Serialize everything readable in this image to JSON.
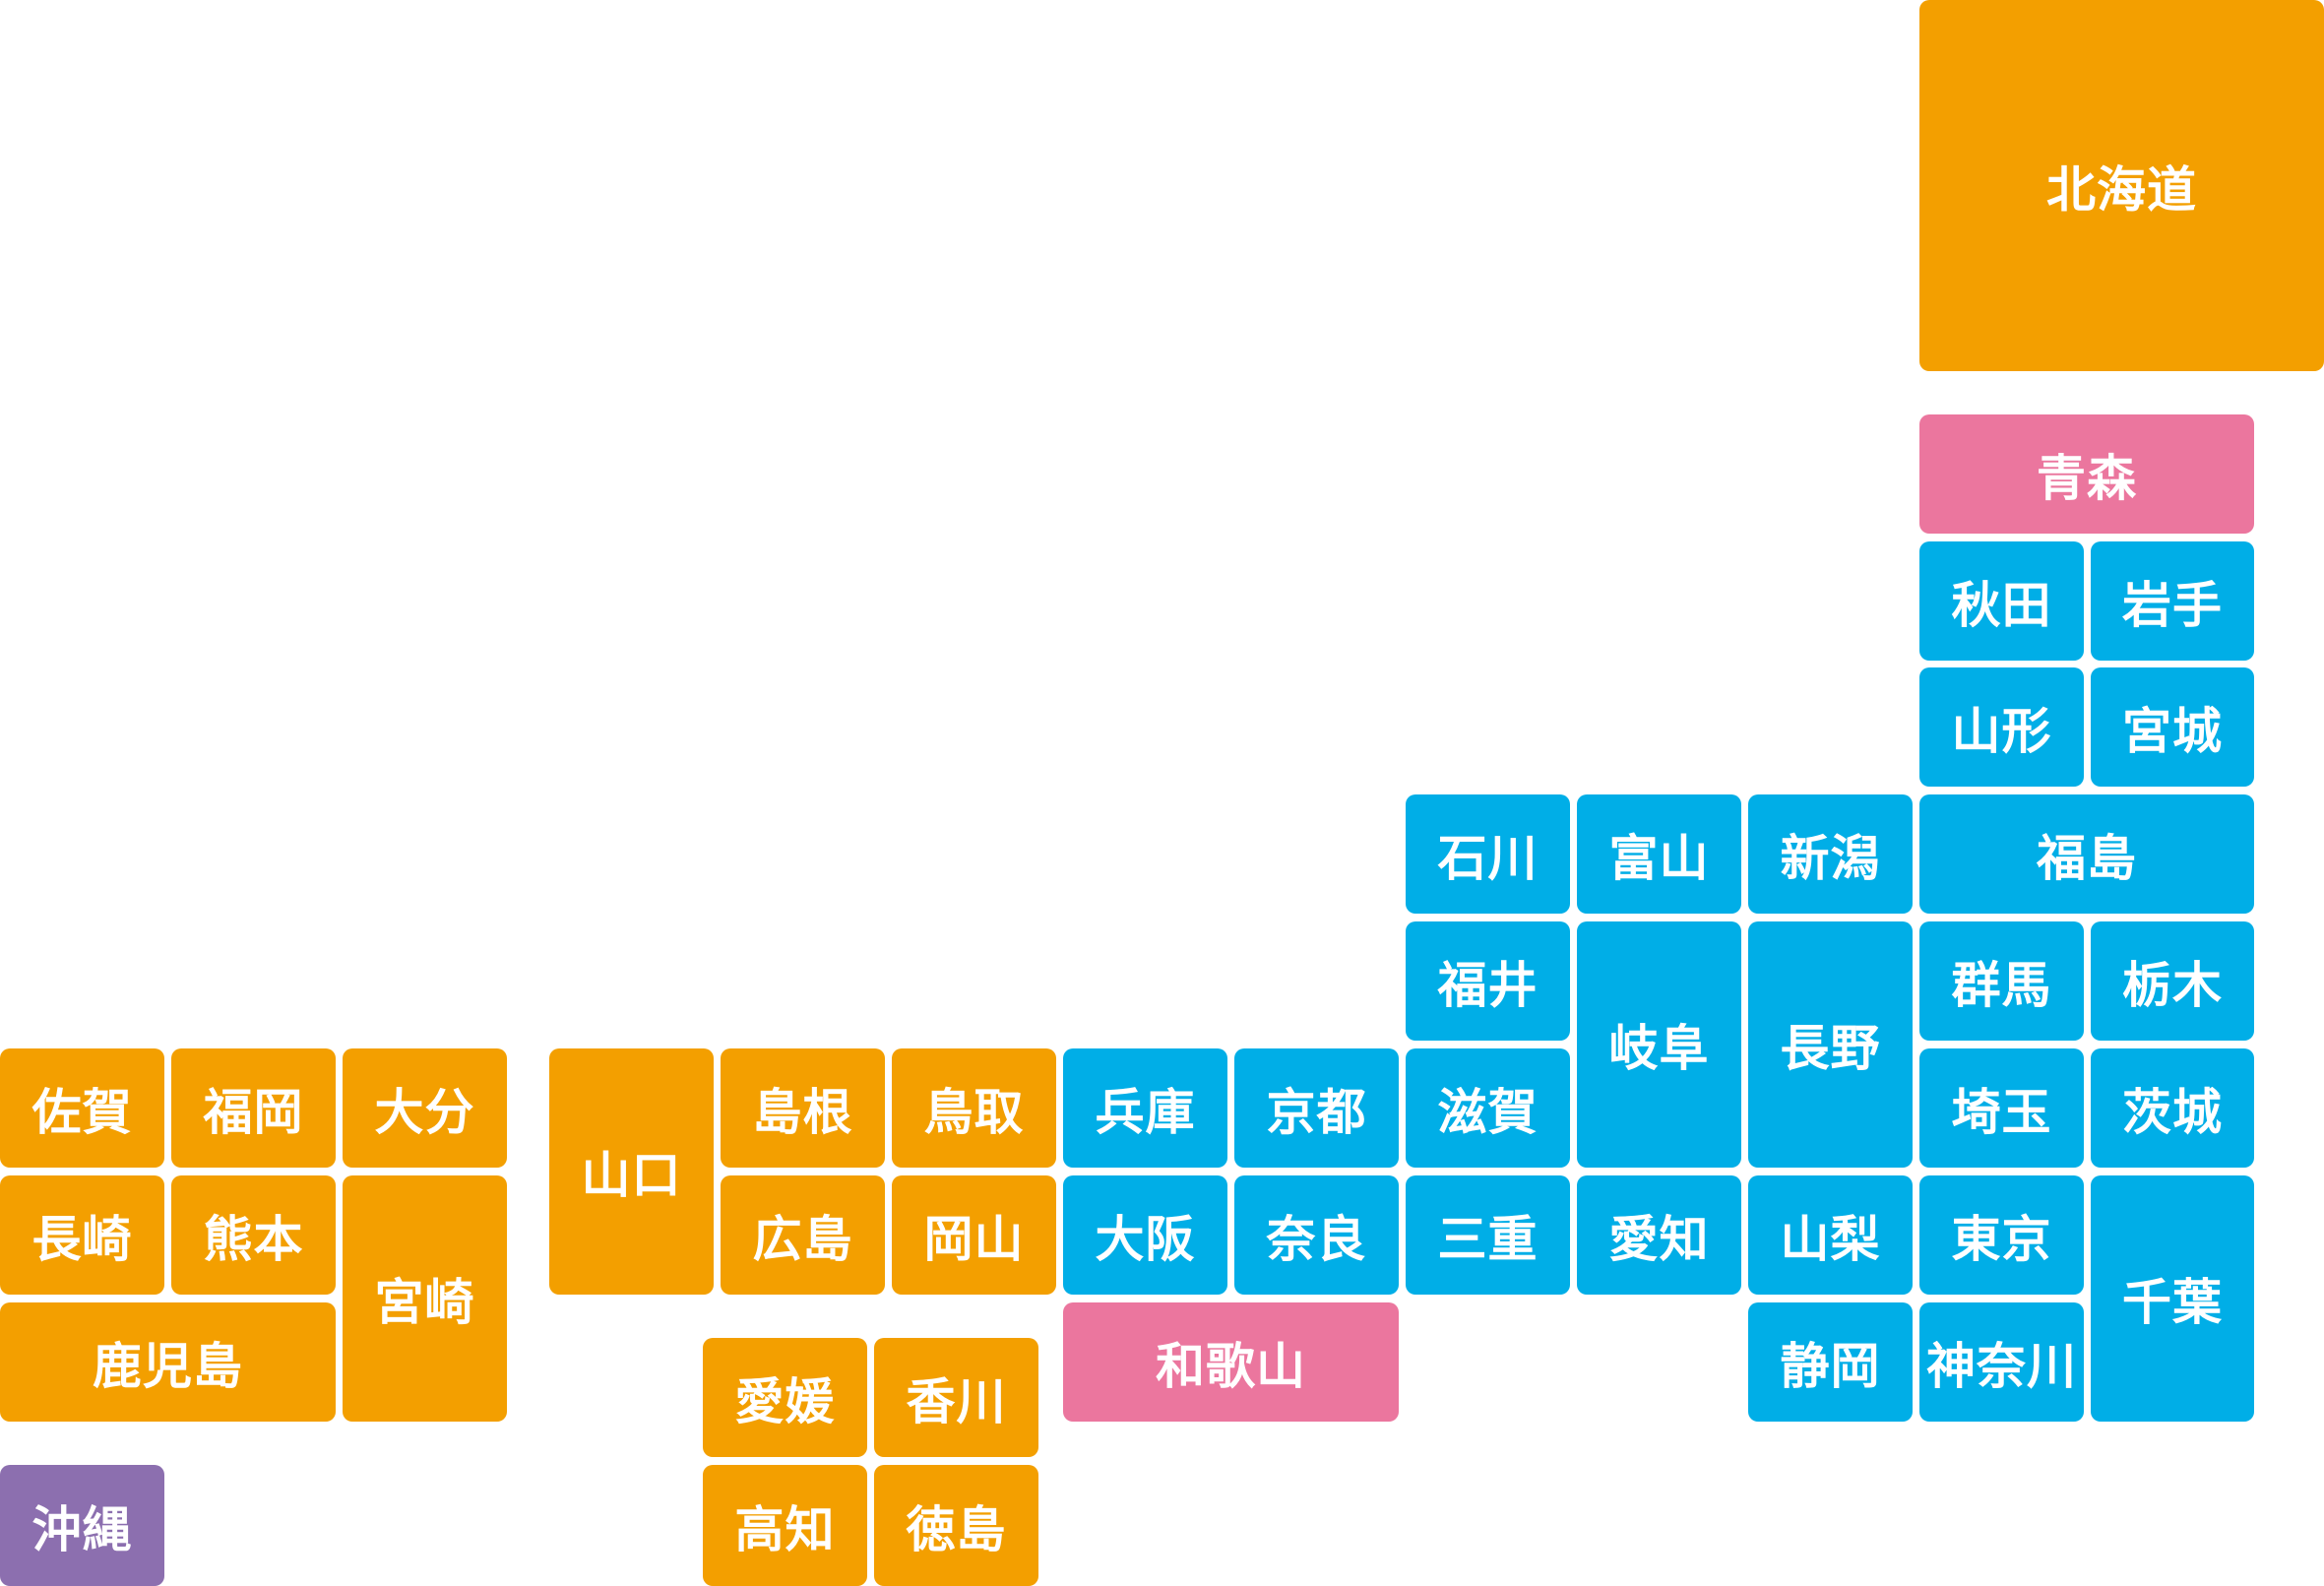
{
  "colors": {
    "orange": "#f39f00",
    "blue": "#00aee7",
    "pink": "#eb769e",
    "purple": "#8c6faf"
  },
  "prefectures": {
    "hokkaido": {
      "label": "北海道",
      "color": "orange"
    },
    "aomori": {
      "label": "青森",
      "color": "pink"
    },
    "akita": {
      "label": "秋田",
      "color": "blue"
    },
    "iwate": {
      "label": "岩手",
      "color": "blue"
    },
    "yamagata": {
      "label": "山形",
      "color": "blue"
    },
    "miyagi": {
      "label": "宮城",
      "color": "blue"
    },
    "ishikawa": {
      "label": "石川",
      "color": "blue"
    },
    "toyama": {
      "label": "富山",
      "color": "blue"
    },
    "niigata": {
      "label": "新潟",
      "color": "blue"
    },
    "fukushima": {
      "label": "福島",
      "color": "blue"
    },
    "fukui": {
      "label": "福井",
      "color": "blue"
    },
    "gifu": {
      "label": "岐阜",
      "color": "blue"
    },
    "nagano": {
      "label": "長野",
      "color": "blue"
    },
    "gunma": {
      "label": "群馬",
      "color": "blue"
    },
    "tochigi": {
      "label": "栃木",
      "color": "blue"
    },
    "saga": {
      "label": "佐賀",
      "color": "orange"
    },
    "fukuoka": {
      "label": "福岡",
      "color": "orange"
    },
    "oita": {
      "label": "大分",
      "color": "orange"
    },
    "yamaguchi": {
      "label": "山口",
      "color": "orange"
    },
    "shimane": {
      "label": "島根",
      "color": "orange"
    },
    "tottori": {
      "label": "鳥取",
      "color": "orange"
    },
    "hyogo": {
      "label": "兵庫",
      "color": "blue"
    },
    "kyoto": {
      "label": "京都",
      "color": "blue"
    },
    "shiga": {
      "label": "滋賀",
      "color": "blue"
    },
    "saitama": {
      "label": "埼玉",
      "color": "blue"
    },
    "ibaraki": {
      "label": "茨城",
      "color": "blue"
    },
    "nagasaki": {
      "label": "長崎",
      "color": "orange"
    },
    "kumamoto": {
      "label": "熊本",
      "color": "orange"
    },
    "miyazaki": {
      "label": "宮崎",
      "color": "orange"
    },
    "hiroshima": {
      "label": "広島",
      "color": "orange"
    },
    "okayama": {
      "label": "岡山",
      "color": "orange"
    },
    "osaka": {
      "label": "大阪",
      "color": "blue"
    },
    "nara": {
      "label": "奈良",
      "color": "blue"
    },
    "mie": {
      "label": "三重",
      "color": "blue"
    },
    "aichi": {
      "label": "愛知",
      "color": "blue"
    },
    "yamanashi": {
      "label": "山梨",
      "color": "blue"
    },
    "tokyo": {
      "label": "東京",
      "color": "blue"
    },
    "chiba": {
      "label": "千葉",
      "color": "blue"
    },
    "kagoshima": {
      "label": "鹿児島",
      "color": "orange"
    },
    "wakayama": {
      "label": "和歌山",
      "color": "pink"
    },
    "shizuoka": {
      "label": "静岡",
      "color": "blue"
    },
    "kanagawa": {
      "label": "神奈川",
      "color": "blue"
    },
    "ehime": {
      "label": "愛媛",
      "color": "orange"
    },
    "kagawa": {
      "label": "香川",
      "color": "orange"
    },
    "okinawa": {
      "label": "沖縄",
      "color": "purple"
    },
    "kochi": {
      "label": "高知",
      "color": "orange"
    },
    "tokushima": {
      "label": "徳島",
      "color": "orange"
    }
  }
}
